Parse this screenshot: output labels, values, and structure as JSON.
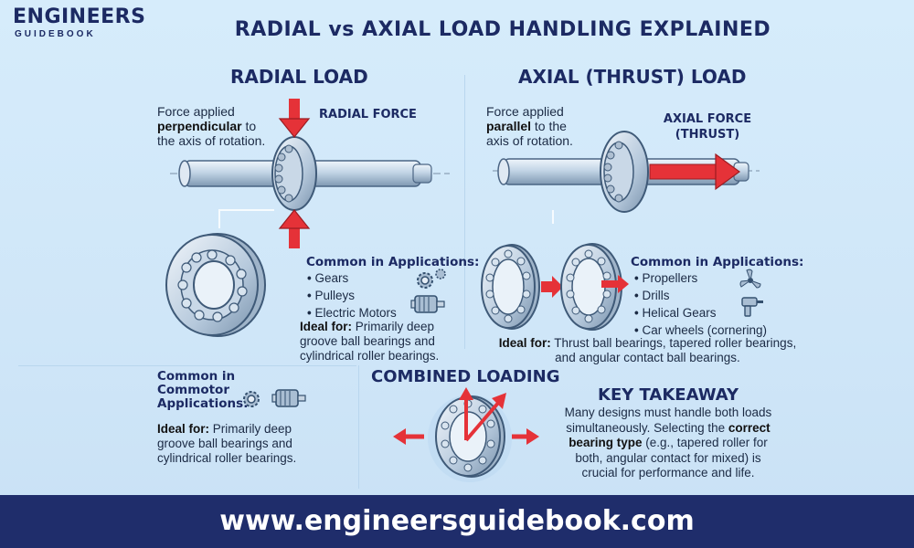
{
  "logo": {
    "main": "ENGINEERS",
    "sub": "GUIDEBOOK"
  },
  "title": "RADIAL vs AXIAL LOAD HANDLING EXPLAINED",
  "radial": {
    "heading": "RADIAL LOAD",
    "desc_pre": "Force applied",
    "desc_bold": "perpendicular",
    "desc_post": " to",
    "desc_line3": "the axis of rotation.",
    "force_label": "RADIAL FORCE",
    "apps_heading": "Common in Applications:",
    "apps": [
      "Gears",
      "Pulleys",
      "Electric Motors"
    ],
    "ideal_bold": "Ideal for:",
    "ideal_text": " Primarily deep",
    "ideal_line2": "groove ball bearings and",
    "ideal_line3": "cylindrical roller bearings."
  },
  "axial": {
    "heading": "AXIAL (THRUST) LOAD",
    "desc_pre": "Force applied",
    "desc_bold": "parallel",
    "desc_post": " to the",
    "desc_line3": "axis of rotation.",
    "force_label_1": "AXIAL FORCE",
    "force_label_2": "(THRUST)",
    "apps_heading": "Common in Applications:",
    "apps": [
      "Propellers",
      "Drills",
      "Helical Gears",
      "Car wheels (cornering)"
    ],
    "ideal_bold": "Ideal for:",
    "ideal_text": " Thrust ball bearings, tapered roller bearings,",
    "ideal_line2": "and angular contact ball bearings."
  },
  "commotor": {
    "heading_1": "Common in",
    "heading_2": "Commotor",
    "heading_3": "Applications:",
    "ideal_bold": "Ideal for:",
    "ideal_text": " Primarily deep",
    "ideal_line2": "groove ball bearings and",
    "ideal_line3": "cylindrical roller bearings."
  },
  "combined": {
    "heading": "COMBINED LOADING"
  },
  "takeaway": {
    "heading": "KEY TAKEAWAY",
    "line1": "Many designs must handle both loads",
    "line2_pre": "simultaneously. Selecting the ",
    "line2_bold": "correct",
    "line3_bold": "bearing type",
    "line3_post": " (e.g., tapered roller for",
    "line4": "both, angular contact for mixed) is",
    "line5": "crucial for performance and life."
  },
  "footer": {
    "url": "www.engineersguidebook.com"
  },
  "colors": {
    "navy": "#1f2d6b",
    "arrow_red": "#e53238",
    "steel": "#b9cde0"
  }
}
